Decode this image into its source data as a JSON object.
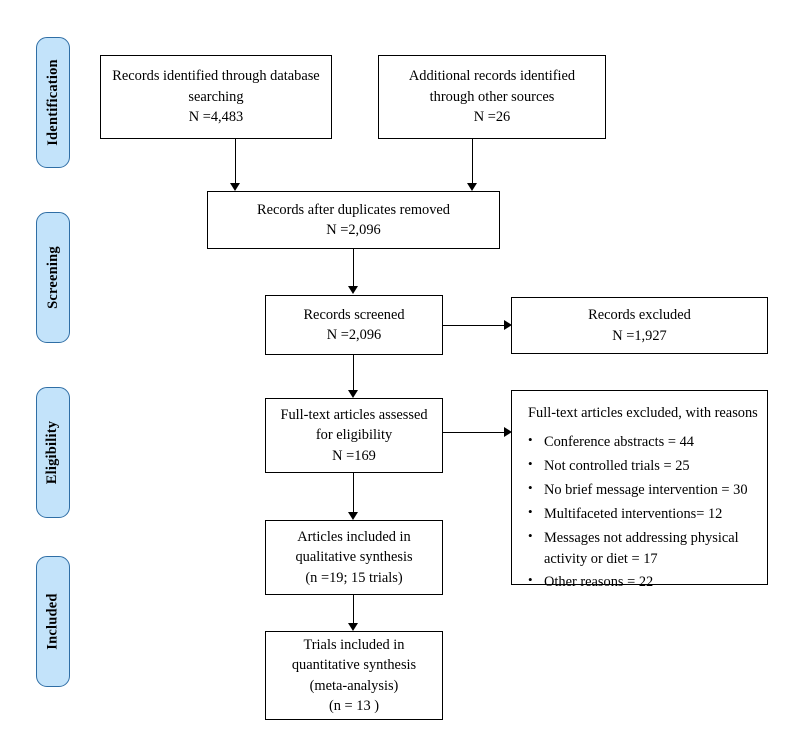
{
  "diagram": {
    "title": "PRISMA flow diagram",
    "accent_color": "#c3e3fa",
    "accent_border_color": "#2f6ea5",
    "line_color": "#000000"
  },
  "stages": [
    {
      "label": "Identification"
    },
    {
      "label": "Screening"
    },
    {
      "label": "Eligibility"
    },
    {
      "label": "Included"
    }
  ],
  "boxes": {
    "database_search": {
      "lines": [
        "Records identified through database",
        "searching",
        "N =4,483"
      ]
    },
    "other_sources": {
      "lines": [
        "Additional records identified",
        "through other sources",
        "N =26"
      ]
    },
    "duplicates_removed": {
      "lines": [
        "Records after duplicates removed",
        "N =2,096"
      ]
    },
    "records_screened": {
      "lines": [
        "Records screened",
        "N =2,096"
      ]
    },
    "records_excluded": {
      "lines": [
        "Records excluded",
        "N =1,927"
      ]
    },
    "fulltext_assessed": {
      "lines": [
        "Full-text articles assessed",
        "for eligibility",
        "N =169"
      ]
    },
    "fulltext_excluded": {
      "title": "Full-text articles excluded, with reasons",
      "reasons": [
        "Conference abstracts = 44",
        "Not controlled trials = 25",
        "No brief message intervention = 30",
        "Multifaceted interventions=  12",
        "Messages not addressing physical activity or diet = 17",
        "Other reasons = 22"
      ]
    },
    "qualitative_synthesis": {
      "lines": [
        "Articles included in",
        "qualitative  synthesis",
        "(n =19; 15 trials)"
      ]
    },
    "quantitative_synthesis": {
      "lines": [
        "Trials included in",
        "quantitative synthesis",
        "(meta-analysis)",
        "(n =  13  )"
      ]
    }
  }
}
